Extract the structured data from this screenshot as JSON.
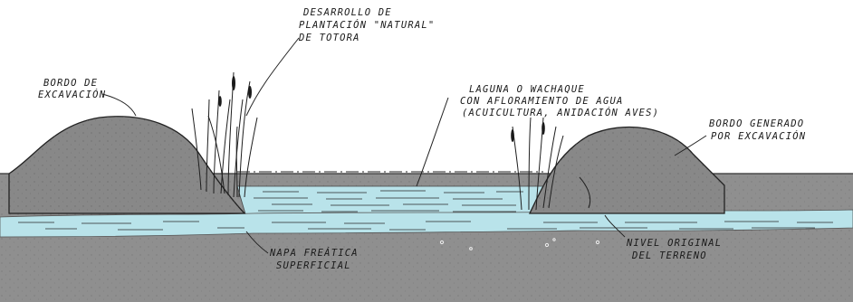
{
  "labels": {
    "plantation": [
      "DESARROLLO DE",
      "PLANTACIÓN \"NATURAL\"",
      "DE TOTORA"
    ],
    "left_berm": [
      "BORDO DE",
      "EXCAVACIÓN"
    ],
    "lagoon": [
      "LAGUNA O WACHAQUE",
      "CON AFLORAMIENTO DE AGUA",
      "(ACUICULTURA, ANIDACIÓN AVES)"
    ],
    "right_berm": [
      "BORDO GENERADO",
      "POR EXCAVACIÓN"
    ],
    "water_table": [
      "NAPA FREÁTICA",
      "SUPERFICIAL"
    ],
    "ground_level": [
      "NIVEL ORIGINAL",
      "DEL TERRENO"
    ]
  },
  "colors": {
    "ground": "#8f8f8f",
    "berm": "#888888",
    "water": "#b9e3ea",
    "ink": "#1a1a1a"
  }
}
